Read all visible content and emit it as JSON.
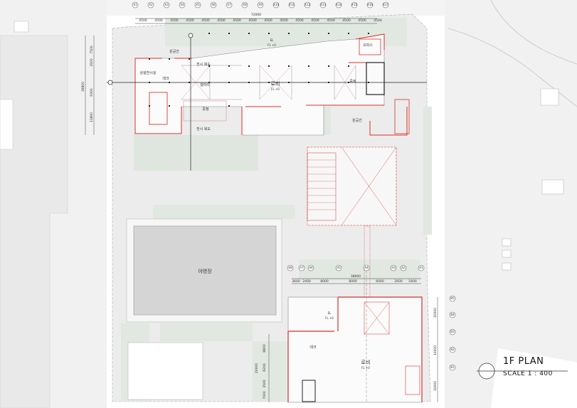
{
  "plan": {
    "title": "1F PLAN",
    "scale": "SCALE  1 : 400"
  },
  "grid_top": [
    "X1",
    "X2",
    "X3",
    "X4",
    "X5",
    "X6",
    "X7",
    "X8",
    "X9",
    "X10",
    "X11",
    "X12",
    "X13",
    "X14",
    "X15",
    "X16",
    "X17"
  ],
  "grid_south": [
    "A8",
    "A7",
    "A6",
    "A5",
    "A4",
    "A3",
    "A2",
    "A1"
  ],
  "grid_south_right": [
    "B5",
    "B4",
    "B3",
    "B2",
    "B1"
  ],
  "dims_top": {
    "total": "72000",
    "bays": [
      "4500",
      "4500",
      "4500",
      "4500",
      "4500",
      "4500",
      "4500",
      "4500",
      "4500",
      "4500",
      "4500",
      "4500",
      "4500",
      "4500",
      "4500",
      "4500"
    ]
  },
  "dims_left": {
    "total": "38800",
    "parts": [
      "7500",
      "3500",
      "9300",
      "11800"
    ]
  },
  "dims_south": {
    "total": "38000",
    "parts": [
      "3600",
      "2400",
      "8000",
      "8000",
      "6000",
      "2600",
      "5400"
    ]
  },
  "dims_south_left": {
    "total": "20000",
    "parts": [
      "8800",
      "6200",
      "3500",
      "7000"
    ]
  },
  "dims_south_right": [
    "10000",
    "10000",
    "10000"
  ],
  "rooms": {
    "outdoor_space": "원공간",
    "exhibition_room": "상설전시실",
    "deck": "데크",
    "exhibit_corridor": "전시 복도",
    "gallery": "갤러리",
    "courtyard": "중정",
    "lobby": "로비",
    "lobby_level": "FL +0",
    "courtyard2": "중정",
    "outdoor_space2": "원공간",
    "office": "오피스",
    "level_el": "EL",
    "level_fl": "FL +0",
    "field": "야영장",
    "south_lobby": "로비",
    "south_lobby_level": "FL +0",
    "south_deck": "데크",
    "south_el": "EL",
    "south_fl": "FL +0",
    "corridor2": "전시 복도"
  }
}
